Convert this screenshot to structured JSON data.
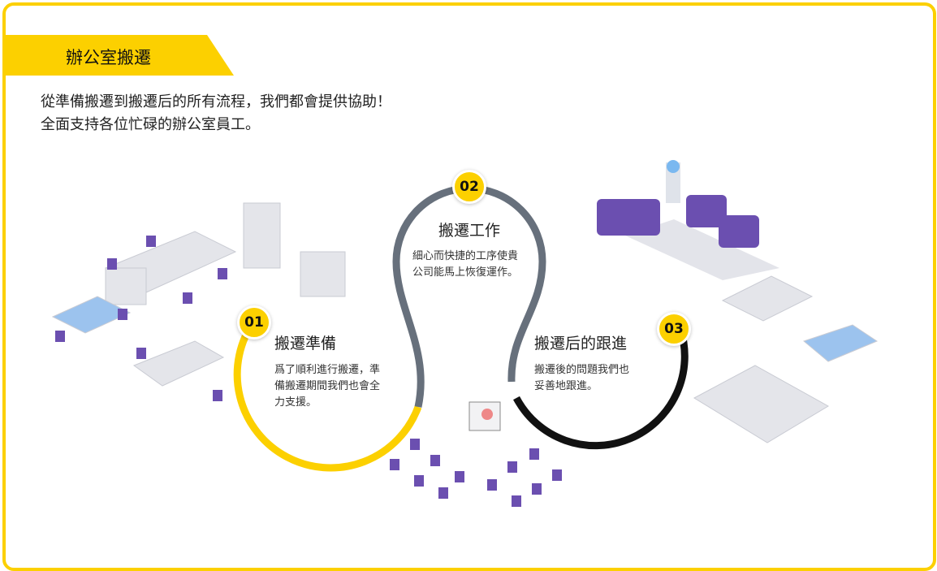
{
  "section_title": "辦公室搬遷",
  "intro": {
    "line1": "從準備搬遷到搬遷后的所有流程，我們都會提供協助！",
    "line2": "全面支持各位忙碌的辦公室員工。"
  },
  "steps": [
    {
      "number": "01",
      "title": "搬遷準備",
      "line1": "爲了順利進行搬遷，準",
      "line2": "備搬遷期間我們也會全",
      "line3": "力支援。"
    },
    {
      "number": "02",
      "title": "搬遷工作",
      "line1": "細心而快捷的工序使貴",
      "line2": "公司能馬上恢復運作。"
    },
    {
      "number": "03",
      "title": "搬遷后的跟進",
      "line1": "搬遷後的問題我們也",
      "line2": "妥善地跟進。"
    }
  ],
  "colors": {
    "accent": "#fcd000",
    "gray": "#67707c",
    "black": "#111111",
    "furniture": "#6b4fb0"
  }
}
